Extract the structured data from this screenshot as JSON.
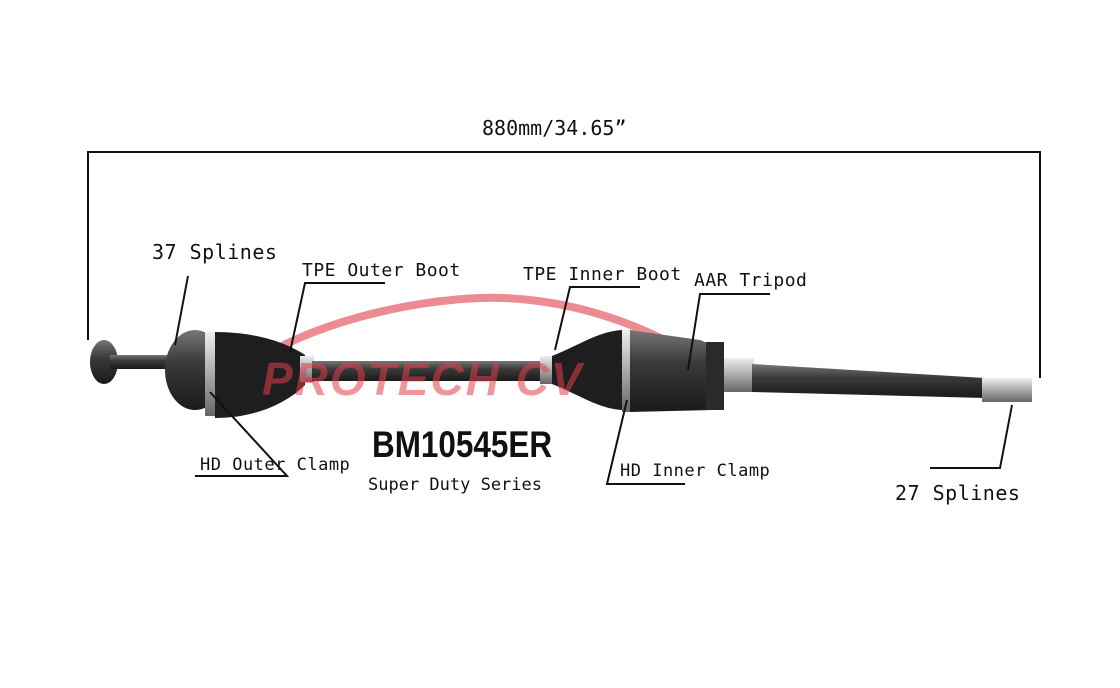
{
  "dimension": "880mm/34.65”",
  "part_number": "BM10545ER",
  "series": "Super Duty Series",
  "watermark": "PROTECH CV",
  "labels": {
    "outer_splines": "37 Splines",
    "outer_boot": "TPE Outer Boot",
    "inner_boot": "TPE Inner Boot",
    "tripod": "AAR Tripod",
    "outer_clamp": "HD Outer Clamp",
    "inner_clamp": "HD Inner Clamp",
    "inner_splines": "27 Splines"
  },
  "colors": {
    "watermark": "#e0404a",
    "line": "#111111"
  }
}
